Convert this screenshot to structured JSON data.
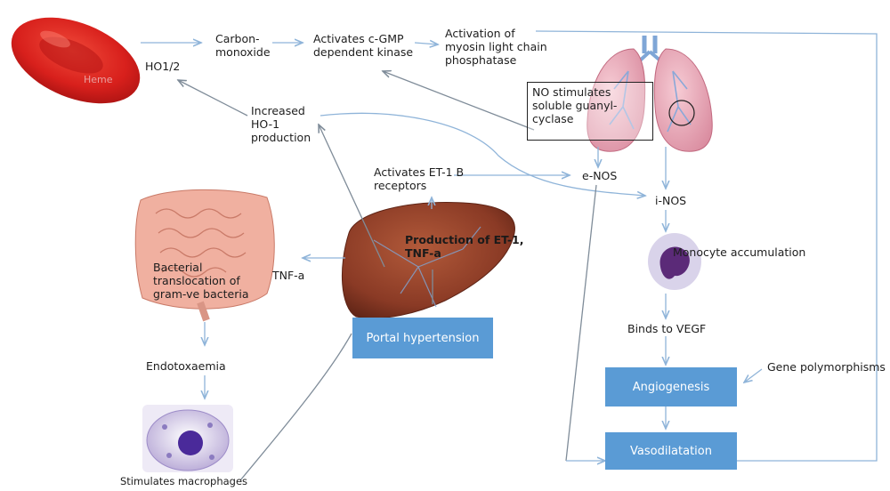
{
  "labels": {
    "heme": "Heme",
    "ho12": "HO1/2",
    "carbon_monoxide": "Carbon-\nmonoxide",
    "activates_cgmp": "Activates c-GMP\ndependent kinase",
    "myosin": "Activation of\nmyosin light chain\nphosphatase",
    "ho1_production": "Increased\nHO-1\nproduction",
    "no_stimulates": "NO stimulates\nsoluble guanyl-\ncyclase",
    "enos": "e-NOS",
    "inos": "i-NOS",
    "et1b": "Activates ET-1 B\nreceptors",
    "production_et1": "Production of ET-1,\nTNF-a",
    "tnfa": "TNF-a",
    "bacterial": "Bacterial\ntranslocation of\ngram-ve bacteria",
    "endotoxaemia": "Endotoxaemia",
    "macrophages": "Stimulates macrophages",
    "monocyte": "Monocyte accumulation",
    "vegf": "Binds to VEGF",
    "gene": "Gene polymorphisms"
  },
  "boxes": {
    "portal": "Portal hypertension",
    "angiogenesis": "Angiogenesis",
    "vasodilatation": "Vasodilatation"
  },
  "colors": {
    "arrow": "#8fb4d9",
    "box": "#5a9bd5",
    "rbc": "#d8201c",
    "lung": "#e9a4b4",
    "liver": "#8a3a25",
    "intestine": "#f0b0a0"
  }
}
